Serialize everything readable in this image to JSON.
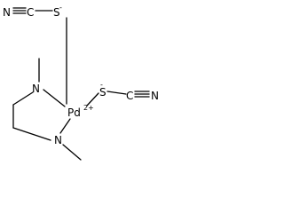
{
  "molecule": {
    "atoms": {
      "n_top_left": "N",
      "c_top": "C",
      "s_top": "S",
      "s_top_charge": "-",
      "n_right": "N",
      "c_right": "C",
      "s_right": "S",
      "s_right_charge": "-",
      "pd": "Pd",
      "pd_charge": "2+",
      "n_ring_top": "N",
      "n_ring_bottom": "N"
    }
  }
}
